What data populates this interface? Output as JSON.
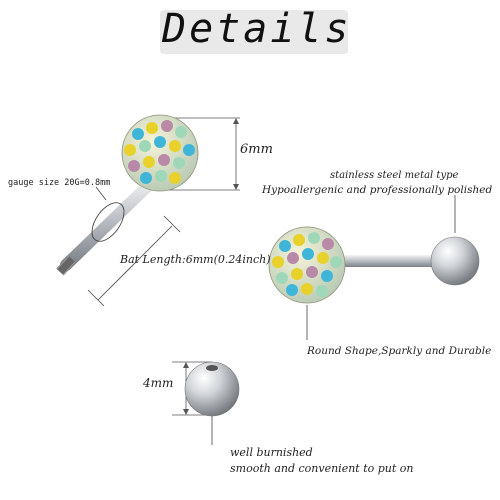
{
  "header": {
    "title": "Details"
  },
  "labels": {
    "ball_size": "6mm",
    "gauge": "gauge size 20G=0.8mm",
    "bar_length": "Bat Length:6mm(0.24inch)",
    "material": "stainless steel metal type",
    "hypoallergenic": "Hypoallergenic and professionally polished",
    "shape": "Round Shape,Sparkly and Durable",
    "back_ball": "4mm",
    "burnished": "well burnished",
    "smooth": "smooth and convenient to put on"
  },
  "colors": {
    "background": "#ffffff",
    "title_bar": "#e9e9e9",
    "steel": "#b8bcc2",
    "crystal_colors": [
      "#e8d12a",
      "#3fb6d8",
      "#b98aa8",
      "#9ed8b8",
      "#f4f0d2"
    ]
  },
  "icons": [
    "crystal-ball-icon",
    "steel-ball-icon",
    "bar-post-icon"
  ]
}
